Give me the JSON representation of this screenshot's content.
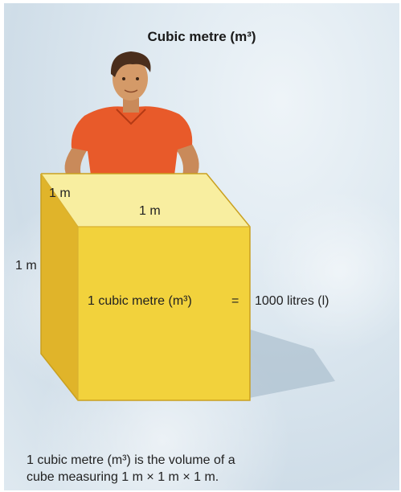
{
  "title": "Cubic metre (m³)",
  "labels": {
    "edge_depth": "1 m",
    "edge_width": "1 m",
    "edge_height": "1 m",
    "equation_left": "1 cubic metre (m³)",
    "equation_sign": "=",
    "equation_right": "1000 litres (l)"
  },
  "caption": {
    "line1": "1 cubic metre (m³) is the volume of a",
    "line2": "cube measuring 1 m × 1 m × 1 m."
  },
  "colors": {
    "cube_front": "#f2d23c",
    "cube_top": "#f8eea0",
    "cube_side": "#e0b42a",
    "shirt": "#e85a2a"
  }
}
